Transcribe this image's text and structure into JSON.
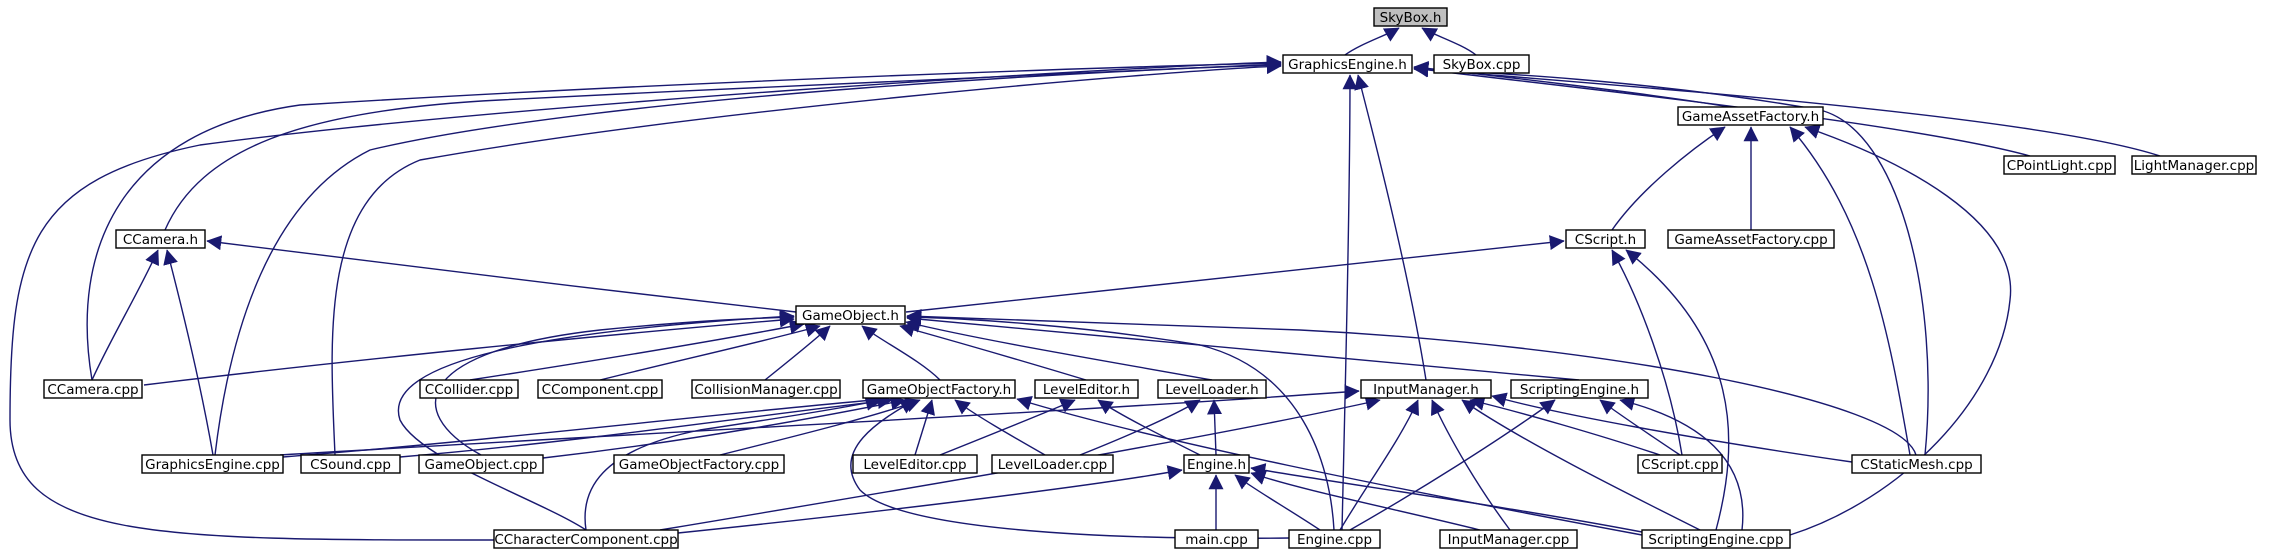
{
  "graph": {
    "nodes": [
      {
        "id": "skybox_h",
        "label": "SkyBox.h",
        "root": true
      },
      {
        "id": "graphicsengine_h",
        "label": "GraphicsEngine.h"
      },
      {
        "id": "skybox_cpp",
        "label": "SkyBox.cpp"
      },
      {
        "id": "gameassetfactory_h",
        "label": "GameAssetFactory.h"
      },
      {
        "id": "cpointlight_cpp",
        "label": "CPointLight.cpp"
      },
      {
        "id": "lightmanager_cpp",
        "label": "LightManager.cpp"
      },
      {
        "id": "ccamera_h",
        "label": "CCamera.h"
      },
      {
        "id": "cscript_h",
        "label": "CScript.h"
      },
      {
        "id": "gameassetfactory_cpp",
        "label": "GameAssetFactory.cpp"
      },
      {
        "id": "gameobject_h",
        "label": "GameObject.h"
      },
      {
        "id": "ccamera_cpp",
        "label": "CCamera.cpp"
      },
      {
        "id": "ccollider_cpp",
        "label": "CCollider.cpp"
      },
      {
        "id": "ccomponent_cpp",
        "label": "CComponent.cpp"
      },
      {
        "id": "collisionmanager_cpp",
        "label": "CollisionManager.cpp"
      },
      {
        "id": "gameobjectfactory_h",
        "label": "GameObjectFactory.h"
      },
      {
        "id": "leveleditor_h",
        "label": "LevelEditor.h"
      },
      {
        "id": "levelloader_h",
        "label": "LevelLoader.h"
      },
      {
        "id": "inputmanager_h",
        "label": "InputManager.h"
      },
      {
        "id": "scriptingengine_h",
        "label": "ScriptingEngine.h"
      },
      {
        "id": "graphicsengine_cpp",
        "label": "GraphicsEngine.cpp"
      },
      {
        "id": "csound_cpp",
        "label": "CSound.cpp"
      },
      {
        "id": "gameobject_cpp",
        "label": "GameObject.cpp"
      },
      {
        "id": "gameobjectfactory_cpp",
        "label": "GameObjectFactory.cpp"
      },
      {
        "id": "leveleditor_cpp",
        "label": "LevelEditor.cpp"
      },
      {
        "id": "levelloader_cpp",
        "label": "LevelLoader.cpp"
      },
      {
        "id": "engine_h",
        "label": "Engine.h"
      },
      {
        "id": "cscript_cpp",
        "label": "CScript.cpp"
      },
      {
        "id": "cstaticmesh_cpp",
        "label": "CStaticMesh.cpp"
      },
      {
        "id": "ccharactercomponent_cpp",
        "label": "CCharacterComponent.cpp"
      },
      {
        "id": "main_cpp",
        "label": "main.cpp"
      },
      {
        "id": "engine_cpp",
        "label": "Engine.cpp"
      },
      {
        "id": "inputmanager_cpp",
        "label": "InputManager.cpp"
      },
      {
        "id": "scriptingengine_cpp",
        "label": "ScriptingEngine.cpp"
      }
    ],
    "edges": [
      {
        "from": "graphicsengine_h",
        "to": "skybox_h"
      },
      {
        "from": "skybox_cpp",
        "to": "skybox_h"
      },
      {
        "from": "gameassetfactory_h",
        "to": "graphicsengine_h"
      },
      {
        "from": "cpointlight_cpp",
        "to": "graphicsengine_h"
      },
      {
        "from": "lightmanager_cpp",
        "to": "graphicsengine_h"
      },
      {
        "from": "cstaticmesh_cpp",
        "to": "graphicsengine_h"
      },
      {
        "from": "ccamera_h",
        "to": "graphicsengine_h"
      },
      {
        "from": "ccamera_cpp",
        "to": "graphicsengine_h"
      },
      {
        "from": "graphicsengine_cpp",
        "to": "graphicsengine_h"
      },
      {
        "from": "csound_cpp",
        "to": "graphicsengine_h"
      },
      {
        "from": "ccharactercomponent_cpp",
        "to": "graphicsengine_h"
      },
      {
        "from": "engine_cpp",
        "to": "graphicsengine_h"
      },
      {
        "from": "inputmanager_h",
        "to": "graphicsengine_h"
      },
      {
        "from": "cscript_h",
        "to": "gameassetfactory_h"
      },
      {
        "from": "gameassetfactory_cpp",
        "to": "gameassetfactory_h"
      },
      {
        "from": "cstaticmesh_cpp",
        "to": "gameassetfactory_h"
      },
      {
        "from": "scriptingengine_cpp",
        "to": "gameassetfactory_h"
      },
      {
        "from": "gameobject_h",
        "to": "ccamera_h"
      },
      {
        "from": "ccamera_cpp",
        "to": "ccamera_h"
      },
      {
        "from": "graphicsengine_cpp",
        "to": "ccamera_h"
      },
      {
        "from": "gameobject_h",
        "to": "cscript_h"
      },
      {
        "from": "cscript_cpp",
        "to": "cscript_h"
      },
      {
        "from": "scriptingengine_cpp",
        "to": "cscript_h"
      },
      {
        "from": "ccamera_cpp",
        "to": "gameobject_h"
      },
      {
        "from": "ccollider_cpp",
        "to": "gameobject_h"
      },
      {
        "from": "ccomponent_cpp",
        "to": "gameobject_h"
      },
      {
        "from": "collisionmanager_cpp",
        "to": "gameobject_h"
      },
      {
        "from": "gameobjectfactory_h",
        "to": "gameobject_h"
      },
      {
        "from": "leveleditor_h",
        "to": "gameobject_h"
      },
      {
        "from": "levelloader_h",
        "to": "gameobject_h"
      },
      {
        "from": "scriptingengine_h",
        "to": "gameobject_h"
      },
      {
        "from": "gameobject_cpp",
        "to": "gameobject_h"
      },
      {
        "from": "ccharactercomponent_cpp",
        "to": "gameobject_h"
      },
      {
        "from": "engine_cpp",
        "to": "gameobject_h"
      },
      {
        "from": "cstaticmesh_cpp",
        "to": "gameobject_h"
      },
      {
        "from": "graphicsengine_cpp",
        "to": "gameobjectfactory_h"
      },
      {
        "from": "csound_cpp",
        "to": "gameobjectfactory_h"
      },
      {
        "from": "gameobject_cpp",
        "to": "gameobjectfactory_h"
      },
      {
        "from": "gameobjectfactory_cpp",
        "to": "gameobjectfactory_h"
      },
      {
        "from": "leveleditor_cpp",
        "to": "gameobjectfactory_h"
      },
      {
        "from": "levelloader_cpp",
        "to": "gameobjectfactory_h"
      },
      {
        "from": "ccharactercomponent_cpp",
        "to": "gameobjectfactory_h"
      },
      {
        "from": "engine_cpp",
        "to": "gameobjectfactory_h"
      },
      {
        "from": "scriptingengine_cpp",
        "to": "gameobjectfactory_h"
      },
      {
        "from": "leveleditor_cpp",
        "to": "leveleditor_h"
      },
      {
        "from": "engine_h",
        "to": "leveleditor_h"
      },
      {
        "from": "levelloader_cpp",
        "to": "levelloader_h"
      },
      {
        "from": "engine_h",
        "to": "levelloader_h"
      },
      {
        "from": "graphicsengine_cpp",
        "to": "inputmanager_h"
      },
      {
        "from": "ccharactercomponent_cpp",
        "to": "inputmanager_h"
      },
      {
        "from": "engine_cpp",
        "to": "inputmanager_h"
      },
      {
        "from": "inputmanager_cpp",
        "to": "inputmanager_h"
      },
      {
        "from": "cscript_cpp",
        "to": "inputmanager_h"
      },
      {
        "from": "cstaticmesh_cpp",
        "to": "inputmanager_h"
      },
      {
        "from": "scriptingengine_cpp",
        "to": "inputmanager_h"
      },
      {
        "from": "engine_cpp",
        "to": "scriptingengine_h"
      },
      {
        "from": "cscript_cpp",
        "to": "scriptingengine_h"
      },
      {
        "from": "scriptingengine_cpp",
        "to": "scriptingengine_h"
      },
      {
        "from": "main_cpp",
        "to": "engine_h"
      },
      {
        "from": "engine_cpp",
        "to": "engine_h"
      },
      {
        "from": "ccharactercomponent_cpp",
        "to": "engine_h"
      },
      {
        "from": "inputmanager_cpp",
        "to": "engine_h"
      },
      {
        "from": "scriptingengine_cpp",
        "to": "engine_h"
      }
    ]
  }
}
